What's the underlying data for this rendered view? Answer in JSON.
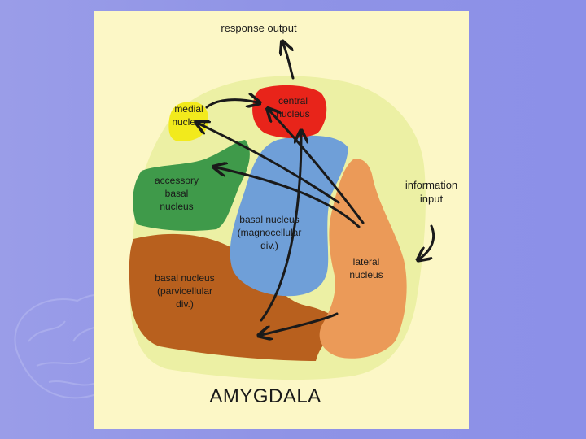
{
  "diagram": {
    "labels": {
      "response_output": "response output",
      "information_input": "information\ninput",
      "medial_nucleus": "medial\nnucleus",
      "central_nucleus": "central\nnucleus",
      "accessory_basal_nucleus": "accessory\nbasal\nnucleus",
      "basal_nucleus_magnocellular": "basal nucleus\n(magnocellular\ndiv.)",
      "basal_nucleus_parvicellular": "basal nucleus\n(parvicellular\ndiv.)",
      "lateral_nucleus": "lateral\nnucleus",
      "title": "AMYGDALA"
    },
    "colors": {
      "central_nucleus": "#e8241a",
      "medial_nucleus": "#f2ea1c",
      "accessory_basal_nucleus": "#3f9a4a",
      "basal_nucleus_magnocellular": "#6f9fd8",
      "basal_nucleus_parvicellular": "#b8601e",
      "lateral_nucleus": "#eb9a58",
      "capsule": "#ecf0a4",
      "panel": "#fcf7c6",
      "arrows": "#1a1a1a"
    }
  }
}
